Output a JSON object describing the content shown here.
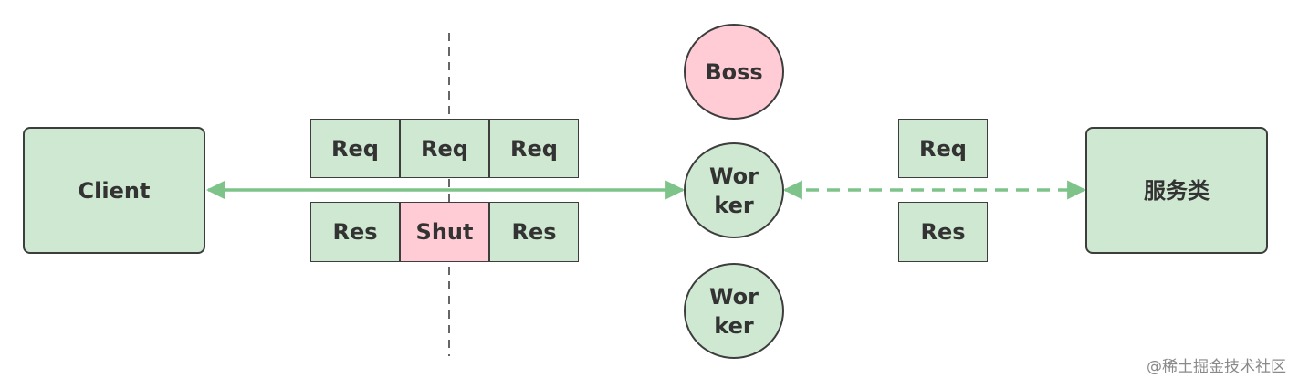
{
  "client_label": "Client",
  "service_label": "服务类",
  "boss_label": "Boss",
  "worker_top": {
    "line1": "Wor",
    "line2": "ker"
  },
  "worker_bottom": {
    "line1": "Wor",
    "line2": "ker"
  },
  "left_queue": {
    "req": [
      "Req",
      "Req",
      "Req"
    ],
    "res": [
      "Res",
      "Shut",
      "Res"
    ]
  },
  "right_queue": {
    "req": "Req",
    "res": "Res"
  },
  "watermark": "@稀土掘金技术社区",
  "colors": {
    "green_fill": "#cfe8d1",
    "pink_fill": "#ffccd5",
    "arrow": "#7ec48a",
    "outline": "#3d3d3d"
  }
}
